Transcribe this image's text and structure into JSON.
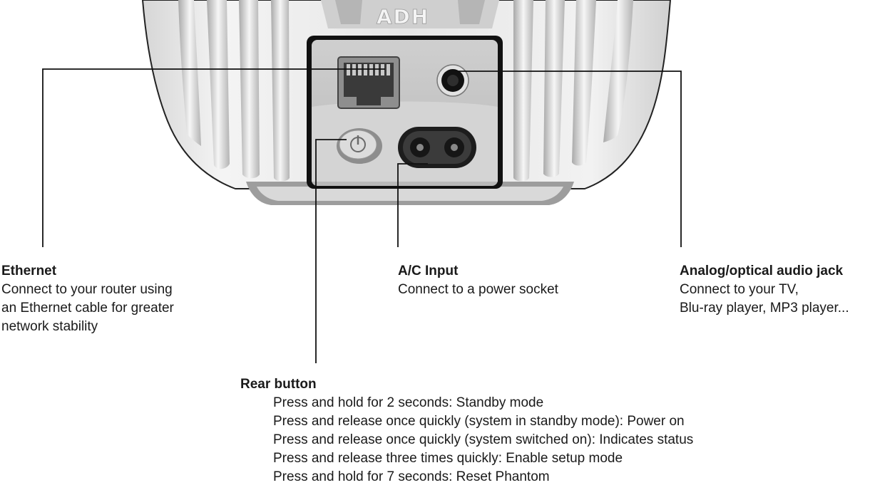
{
  "brand_mark": "ADH",
  "callouts": {
    "ethernet": {
      "title": "Ethernet",
      "lines": [
        "Connect to your router using",
        "an Ethernet cable for greater",
        "network stability"
      ]
    },
    "ac_input": {
      "title": "A/C Input",
      "lines": [
        "Connect to a power socket"
      ]
    },
    "analog": {
      "title": "Analog/optical audio jack",
      "lines": [
        "Connect to your TV,",
        "Blu-ray player, MP3 player..."
      ]
    },
    "rear_button": {
      "title": "Rear button",
      "steps": [
        "Press and hold for 2 seconds: Standby mode",
        "Press and release once quickly (system in standby mode): Power on",
        "Press and release once quickly (system switched on): Indicates status",
        "Press and release three times quickly: Enable setup mode",
        "Press and hold for 7 seconds: Reset Phantom"
      ]
    }
  },
  "colors": {
    "body_light": "#e9e9e9",
    "body_shadow": "#bdbdbd",
    "panel": "#c9c9c9",
    "leader_line": "#111111"
  }
}
